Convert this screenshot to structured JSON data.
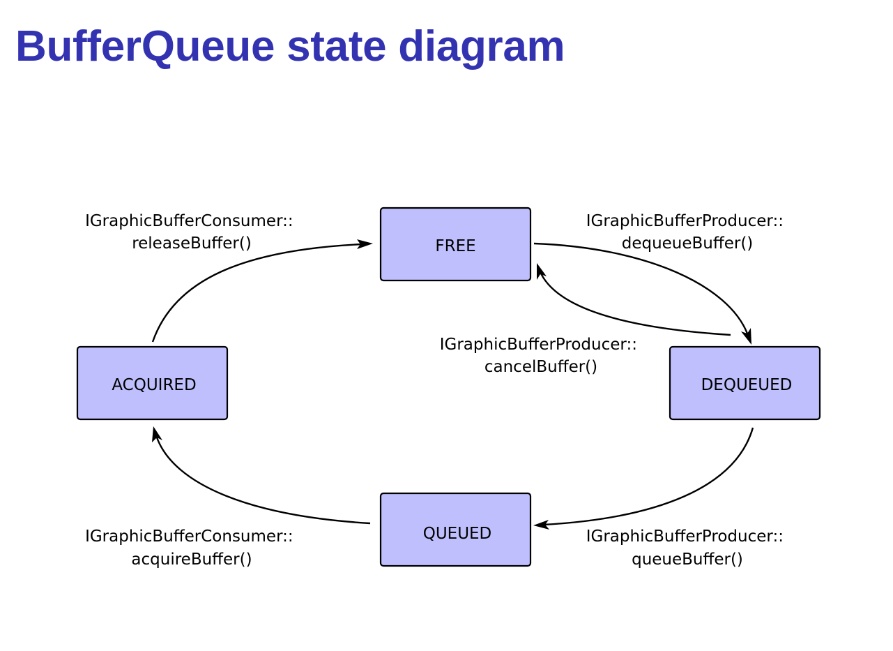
{
  "title": "BufferQueue state diagram",
  "colors": {
    "title": "#3333b2",
    "state_fill": "#bfbffd",
    "stroke": "#000000",
    "background": "#ffffff"
  },
  "states": {
    "free": "FREE",
    "dequeued": "DEQUEUED",
    "queued": "QUEUED",
    "acquired": "ACQUIRED"
  },
  "transitions": {
    "release": {
      "from": "ACQUIRED",
      "to": "FREE",
      "line1": "IGraphicBufferConsumer::",
      "line2": "releaseBuffer()"
    },
    "dequeue": {
      "from": "FREE",
      "to": "DEQUEUED",
      "line1": "IGraphicBufferProducer::",
      "line2": "dequeueBuffer()"
    },
    "cancel": {
      "from": "DEQUEUED",
      "to": "FREE",
      "line1": "IGraphicBufferProducer::",
      "line2": "cancelBuffer()"
    },
    "queue": {
      "from": "DEQUEUED",
      "to": "QUEUED",
      "line1": "IGraphicBufferProducer::",
      "line2": "queueBuffer()"
    },
    "acquire": {
      "from": "QUEUED",
      "to": "ACQUIRED",
      "line1": "IGraphicBufferConsumer::",
      "line2": "acquireBuffer()"
    }
  }
}
